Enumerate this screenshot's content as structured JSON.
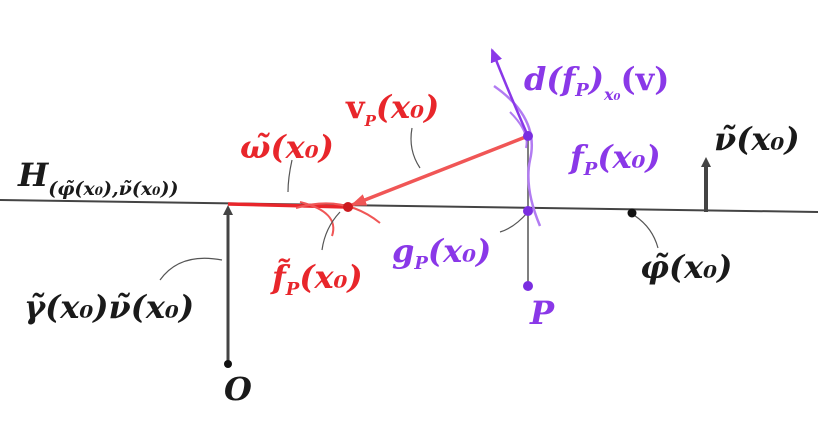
{
  "colors": {
    "black": "#1a1a1a",
    "gray": "#444444",
    "red": "#e8262b",
    "salmon": "#f05656",
    "purple": "#8a38e8",
    "lightpurple": "#b27cf2",
    "leader": "#555555"
  },
  "labels": {
    "hyperplane": {
      "main": "H",
      "sub": "(φ̃(x₀),ν̃(x₀))"
    },
    "omega": "ω̃(x₀)",
    "v_main": "v",
    "v_sub": "P",
    "v_arg": "(x₀)",
    "d_main": "d(f",
    "d_sub1": "P",
    "d_close": ")",
    "d_sub2": "x₀",
    "d_arg": "(v)",
    "fP": "fP(x₀)",
    "fP_main": "f",
    "fP_sub": "P",
    "fP_arg": "(x₀)",
    "nu": "ν̃(x₀)",
    "ftilde_main": "f̃",
    "ftilde_sub": "P",
    "ftilde_arg": "(x₀)",
    "gP_main": "g",
    "gP_sub": "P",
    "gP_arg": "(x₀)",
    "phi": "φ̃(x₀)",
    "gamma_nu": "γ̃(x₀)ν̃(x₀)",
    "P": "P",
    "O": "O"
  }
}
